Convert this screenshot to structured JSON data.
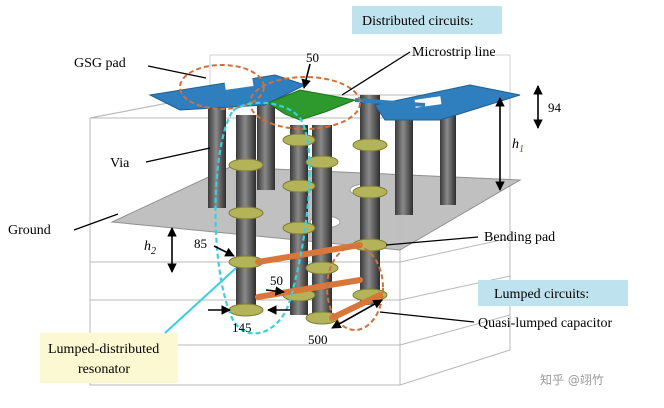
{
  "labels": {
    "distributed_circuits": "Distributed circuits:",
    "microstrip_line": "Microstrip line",
    "gsg_pad": "GSG pad",
    "via": "Via",
    "ground": "Ground",
    "bending_pad": "Bending pad",
    "lumped_circuits": "Lumped circuits:",
    "quasi_lumped_capacitor": "Quasi-lumped capacitor",
    "lumped_distributed_line1": "Lumped-distributed",
    "lumped_distributed_line2": "resonator",
    "h1_symbol": "h",
    "h1_sub": "1",
    "h2_symbol": "h",
    "h2_sub": "2"
  },
  "dimensions": {
    "d50_top": "50",
    "d94": "94",
    "d85": "85",
    "d50_mid": "50",
    "d145": "145",
    "d500": "500"
  },
  "watermark": "知乎 @翊竹",
  "colors": {
    "pad_blue": "#2f7fbf",
    "microstrip_green": "#2e9a2e",
    "via_gray": "#555555",
    "ground_gray": "#bdbdbd",
    "capacitor_orange": "#d9773a",
    "disc_olive": "#b3b45a",
    "callout_blue_bg": "#bfe3ee",
    "callout_yellow_bg": "#fbf8d2",
    "dashed_orange": "#d0703a",
    "dashed_cyan": "#38d0de"
  }
}
